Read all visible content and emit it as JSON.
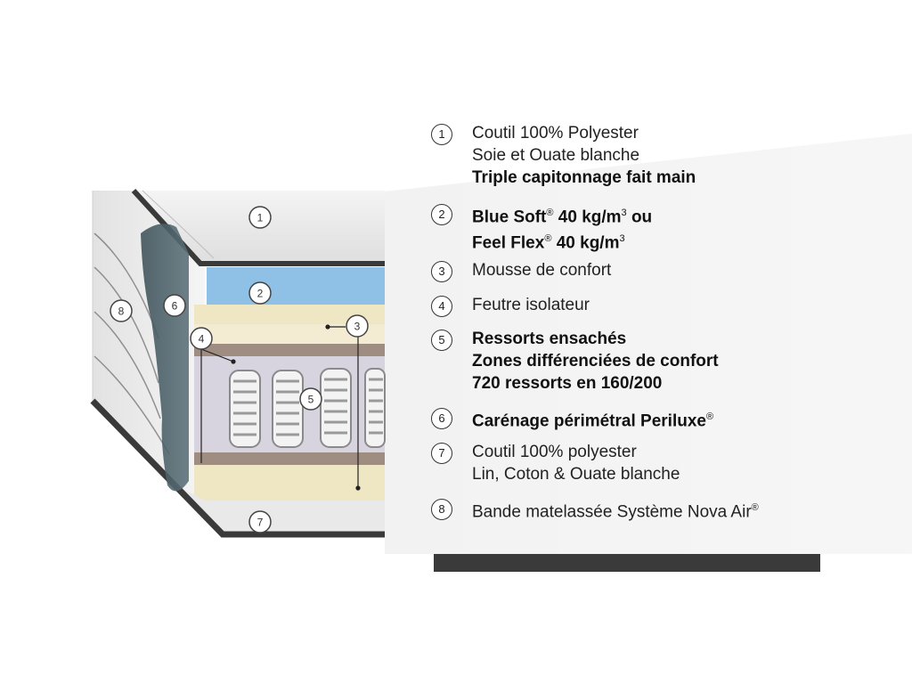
{
  "legend": [
    {
      "number": "1",
      "lines": [
        {
          "text": "Coutil 100% Polyester",
          "bold": false
        },
        {
          "text": "Soie et Ouate blanche",
          "bold": false
        },
        {
          "text": "Triple capitonnage fait main",
          "bold": true
        }
      ]
    },
    {
      "number": "2",
      "lines": [
        {
          "text": "Blue Soft",
          "sup1": "®",
          "text2": " 40 kg/m",
          "sup2": "3",
          "text3": " ou",
          "bold": true
        },
        {
          "text": "Feel Flex",
          "sup1": "®",
          "text2": " 40 kg/m",
          "sup2": "3",
          "text3": "",
          "bold": true
        }
      ]
    },
    {
      "number": "3",
      "lines": [
        {
          "text": "Mousse de confort",
          "bold": false
        }
      ]
    },
    {
      "number": "4",
      "lines": [
        {
          "text": "Feutre isolateur",
          "bold": false
        }
      ]
    },
    {
      "number": "5",
      "lines": [
        {
          "text": "Ressorts ensachés",
          "bold": true
        },
        {
          "text": "Zones différenciées de confort",
          "bold": true
        },
        {
          "text": "720 ressorts en 160/200",
          "bold": true
        }
      ]
    },
    {
      "number": "6",
      "lines": [
        {
          "text": "Carénage périmétral Periluxe",
          "sup1": "®",
          "bold": true
        }
      ]
    },
    {
      "number": "7",
      "lines": [
        {
          "text": "Coutil 100% polyester",
          "bold": false
        },
        {
          "text": "Lin, Coton & Ouate blanche",
          "bold": false
        }
      ]
    },
    {
      "number": "8",
      "lines": [
        {
          "text": "Bande matelassée Système Nova Air",
          "sup1": "®",
          "bold": false
        }
      ]
    }
  ],
  "diagram_labels": [
    "1",
    "2",
    "3",
    "4",
    "5",
    "6",
    "7",
    "8"
  ],
  "colors": {
    "blue_foam": "#8fc1e6",
    "cream_layer": "#efe6c4",
    "felt_layer": "#9e8d80",
    "spring_cover": "#d7d3df",
    "fabric": "#ececec",
    "border_dark": "#3a3a3a"
  }
}
